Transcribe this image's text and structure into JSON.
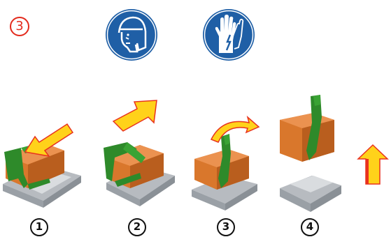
{
  "header": {
    "step_badge": "3",
    "safety_signs": [
      {
        "icon": "face-shield-mandatory-icon",
        "color": "#1f5fa6"
      },
      {
        "icon": "insulated-gloves-mandatory-icon",
        "color": "#1f5fa6"
      }
    ]
  },
  "steps": [
    {
      "number": "1",
      "icon": "push-down-arrow-icon"
    },
    {
      "number": "2",
      "icon": "lift-up-arrow-icon"
    },
    {
      "number": "3",
      "icon": "rotate-arrow-icon"
    },
    {
      "number": "4",
      "icon": "pull-up-arrow-icon"
    }
  ],
  "colors": {
    "badge_red": "#e32a1c",
    "sign_blue": "#1f5fa6",
    "arrow_yellow": "#ffd21a",
    "arrow_red": "#e8321e",
    "plug_orange": "#d9772c",
    "lever_green": "#2e8a2a",
    "socket_gray": "#c9ccd0"
  }
}
